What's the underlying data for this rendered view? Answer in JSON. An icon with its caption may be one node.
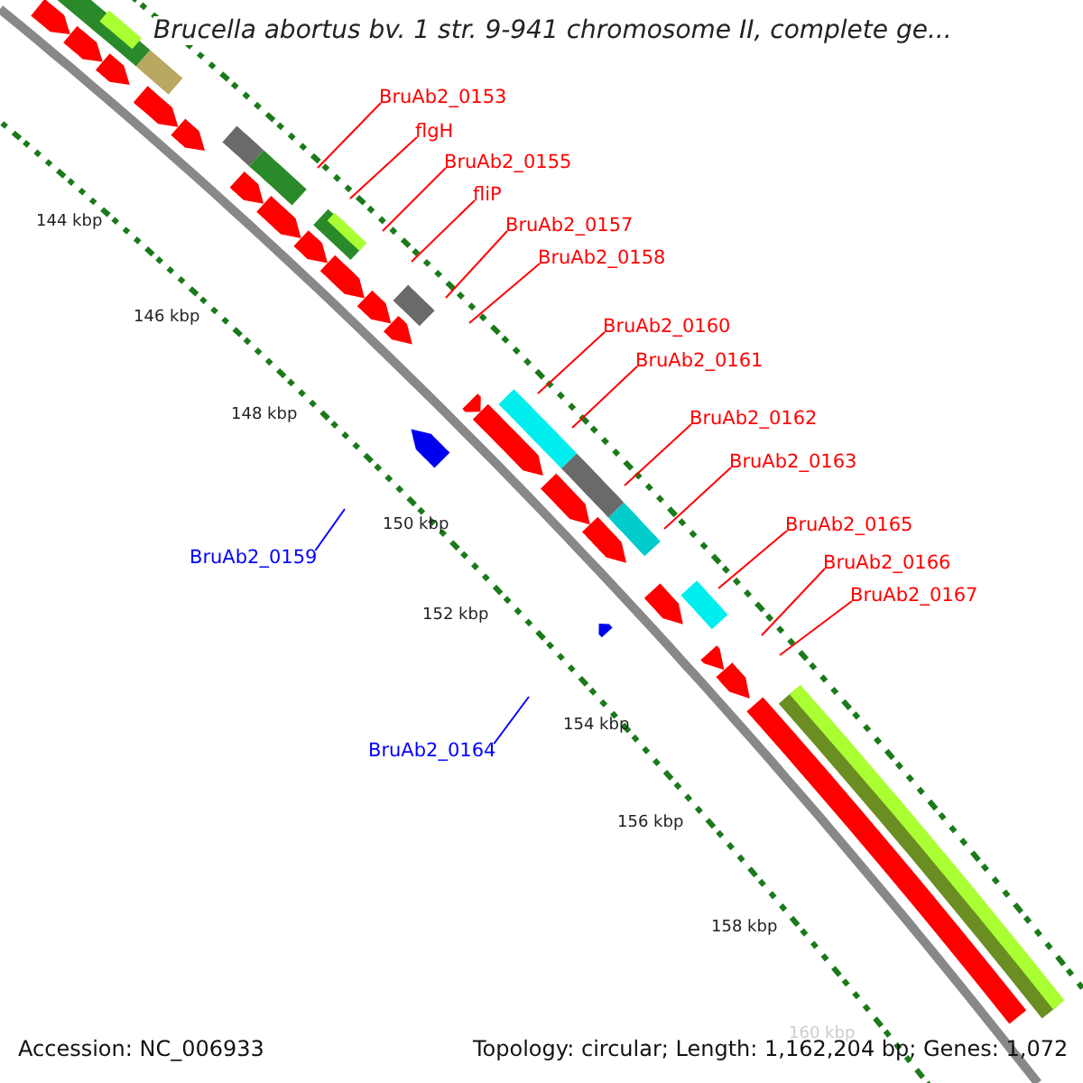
{
  "diagram": {
    "title": "Brucella abortus bv. 1 str. 9-941 chromosome II, complete ge...",
    "nodes": [
      {
        "text": [
          "BruAb2_0153"
        ]
      },
      {
        "text": [
          "flgH"
        ]
      },
      {
        "text": [
          "BruAb2_0155"
        ]
      },
      {
        "text": [
          "fliP"
        ]
      },
      {
        "text": [
          "BruAb2_0157"
        ]
      },
      {
        "text": [
          "BruAb2_0158"
        ]
      },
      {
        "text": [
          "BruAb2_0160"
        ]
      },
      {
        "text": [
          "BruAb2_0161"
        ]
      },
      {
        "text": [
          "BruAb2_0162"
        ]
      },
      {
        "text": [
          "BruAb2_0163"
        ]
      },
      {
        "text": [
          "BruAb2_0165"
        ]
      },
      {
        "text": [
          "BruAb2_0159"
        ]
      },
      {
        "text": [
          "BruAb2_0166"
        ]
      },
      {
        "text": [
          "BruAb2_0167"
        ]
      },
      {
        "text": [
          "BruAb2_0164"
        ]
      }
    ],
    "edges": [
      {
        "from": 0,
        "to": null,
        "arrow": "none"
      },
      {
        "from": 1,
        "to": null,
        "arrow": "none"
      },
      {
        "from": 2,
        "to": null,
        "arrow": "none"
      },
      {
        "from": 3,
        "to": null,
        "arrow": "none"
      },
      {
        "from": 4,
        "to": null,
        "arrow": "none"
      },
      {
        "from": 5,
        "to": null,
        "arrow": "none"
      },
      {
        "from": 6,
        "to": null,
        "arrow": "none"
      },
      {
        "from": 7,
        "to": null,
        "arrow": "none"
      },
      {
        "from": 8,
        "to": null,
        "arrow": "none"
      },
      {
        "from": 9,
        "to": null,
        "arrow": "none"
      },
      {
        "from": 10,
        "to": null,
        "arrow": "none"
      },
      {
        "from": 11,
        "to": null,
        "arrow": "none",
        "color": "#0000ff"
      },
      {
        "from": 12,
        "to": null,
        "arrow": "none"
      },
      {
        "from": 13,
        "to": null,
        "arrow": "none"
      },
      {
        "from": 14,
        "to": null,
        "arrow": "none",
        "color": "#0000ff"
      }
    ],
    "labels": [
      "144 kbp",
      "146 kbp",
      "148 kbp",
      "150 kbp",
      "152 kbp",
      "154 kbp",
      "156 kbp",
      "158 kbp",
      "160 kbp",
      "Accession: NC_006933",
      "Topology: circular; Length: 1,162,204 bp; Genes: 1,072"
    ]
  }
}
